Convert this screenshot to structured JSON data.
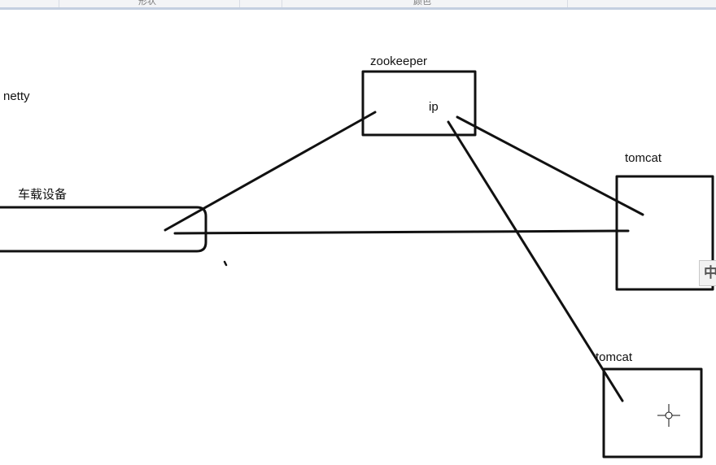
{
  "toolbar": {
    "group_shape": "形状",
    "group_color": "颜色"
  },
  "diagram": {
    "netty_label": "netty",
    "device_label": "车载设备",
    "zookeeper_label": "zookeeper",
    "ip_label": "ip",
    "tomcat1_label": "tomcat",
    "tomcat2_label": "tomcat"
  },
  "ime": {
    "indicator": "中"
  },
  "colors": {
    "ink": "#111111",
    "ribbon_border": "#c4cfe0"
  },
  "icons": {
    "cursor": "crosshair-cursor-icon"
  }
}
